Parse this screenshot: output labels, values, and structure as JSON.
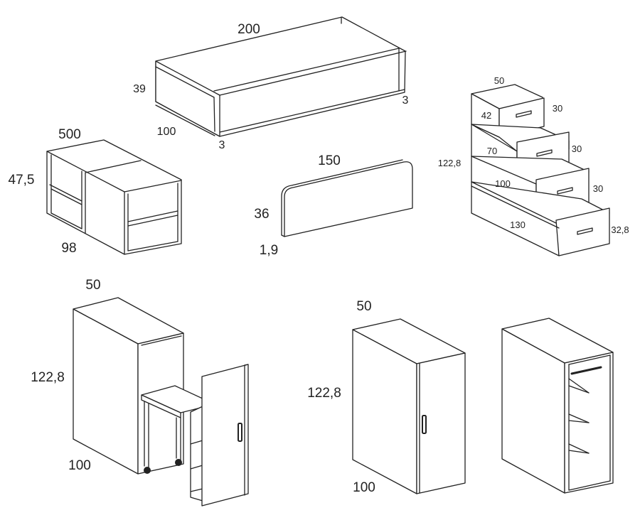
{
  "bed": {
    "length": "200",
    "height": "39",
    "width": "100",
    "side_left": "3",
    "side_right": "3"
  },
  "bookcase": {
    "length": "500",
    "height": "47,5",
    "depth": "98"
  },
  "headboard": {
    "length": "150",
    "height": "36",
    "thickness": "1,9"
  },
  "stairs": {
    "depth": "50",
    "total_height": "122,8",
    "step_depths": [
      "42",
      "70",
      "100",
      "130"
    ],
    "step_heights": [
      "30",
      "30",
      "30",
      "32,8"
    ]
  },
  "desk_unit": {
    "width": "50",
    "height": "122,8",
    "depth": "100"
  },
  "wardrobe": {
    "width": "50",
    "height": "122,8",
    "depth": "100"
  }
}
